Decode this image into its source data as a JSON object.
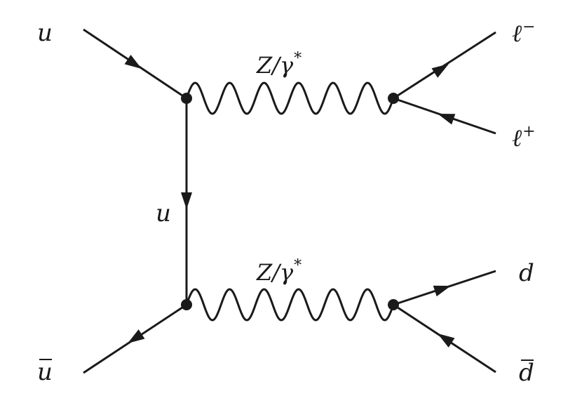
{
  "particles": {
    "in_quark": "u",
    "in_antiquark": "u",
    "propagator_quark": "u",
    "lepton_minus": "ℓ",
    "lepton_minus_charge": "−",
    "lepton_plus": "ℓ",
    "lepton_plus_charge": "+",
    "quark_d": "d",
    "antiquark_d": "d"
  },
  "bosons": {
    "upper": "Z/γ",
    "upper_star": "*",
    "lower": "Z/γ",
    "lower_star": "*"
  },
  "colors": {
    "line": "#1a1a1a",
    "background": "#ffffff"
  }
}
